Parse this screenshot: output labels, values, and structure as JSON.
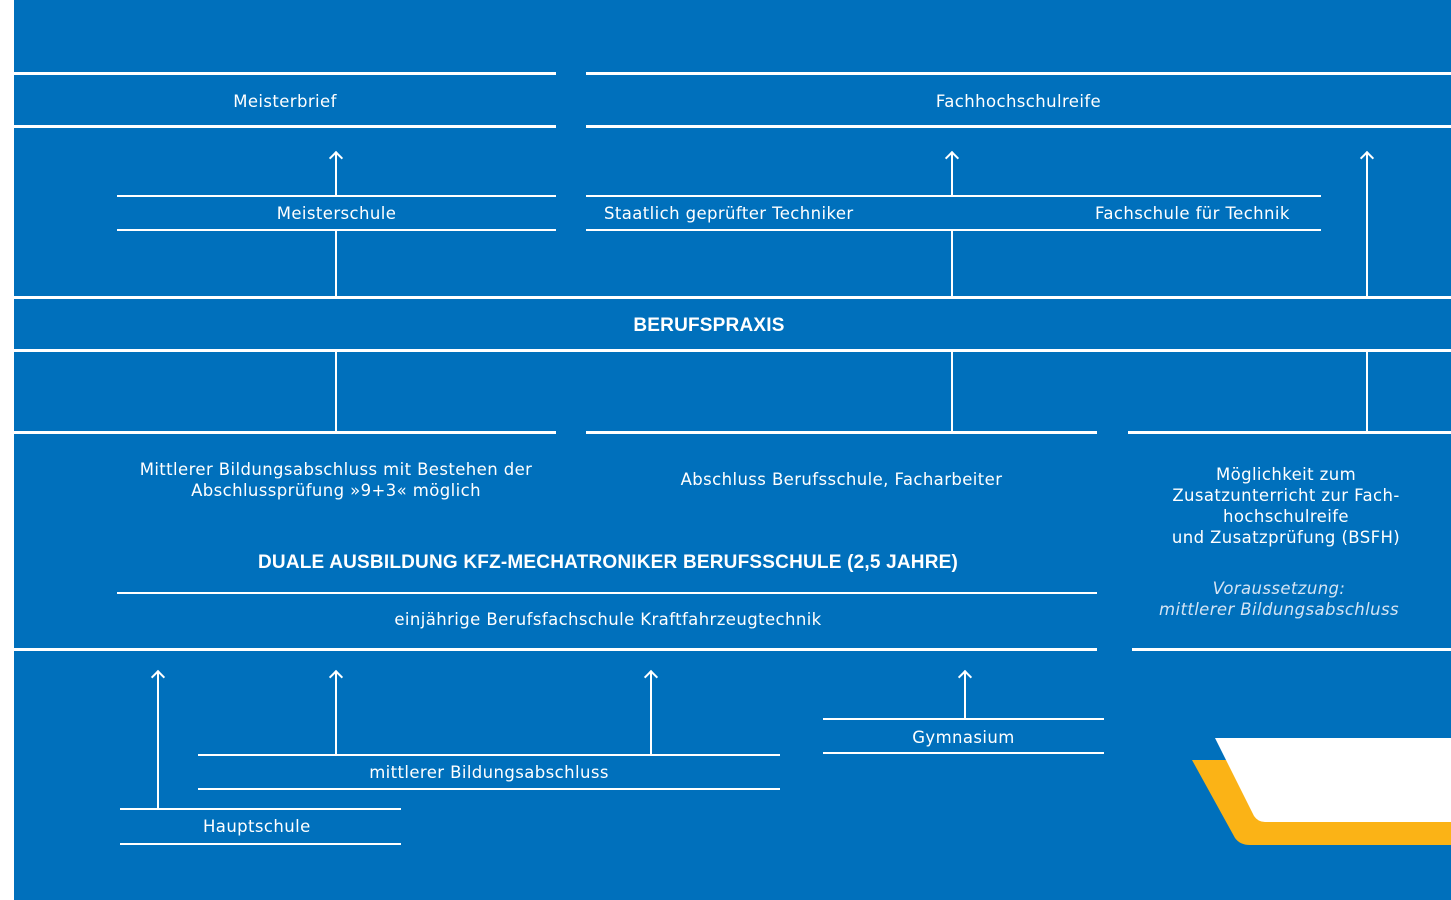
{
  "colors": {
    "background": "#0070bc",
    "lines": "#ffffff",
    "accent": "#fbb316"
  },
  "top": {
    "meisterbrief": "Meisterbrief",
    "fachhochschulreife": "Fachhochschulreife"
  },
  "middle": {
    "meisterschule": "Meisterschule",
    "techniker": "Staatlich geprüfter Techniker",
    "fachschule": "Fachschule für Technik"
  },
  "berufspraxis": "BERUFSPRAXIS",
  "outcomes": {
    "mittlerer_abschluss": "Mittlerer Bildungsabschluss mit Bestehen der\nAbschlussprüfung »9+3« möglich",
    "berufsschule": "Abschluss Berufsschule, Facharbeiter",
    "zusatz": "Möglichkeit zum\nZusatzunterricht zur Fach-\nhochschulreife\nund Zusatzprüfung (BSFH)",
    "voraussetzung": "Voraussetzung:\nmittlerer Bildungsabschluss"
  },
  "ausbildung": {
    "title": "DUALE AUSBILDUNG KFZ-MECHATRONIKER BERUFSSCHULE (2,5 JAHRE)",
    "berufsfachschule": "einjährige Berufsfachschule Kraftfahrzeugtechnik"
  },
  "entry": {
    "gymnasium": "Gymnasium",
    "mittlerer": "mittlerer Bildungsabschluss",
    "hauptschule": "Hauptschule"
  }
}
